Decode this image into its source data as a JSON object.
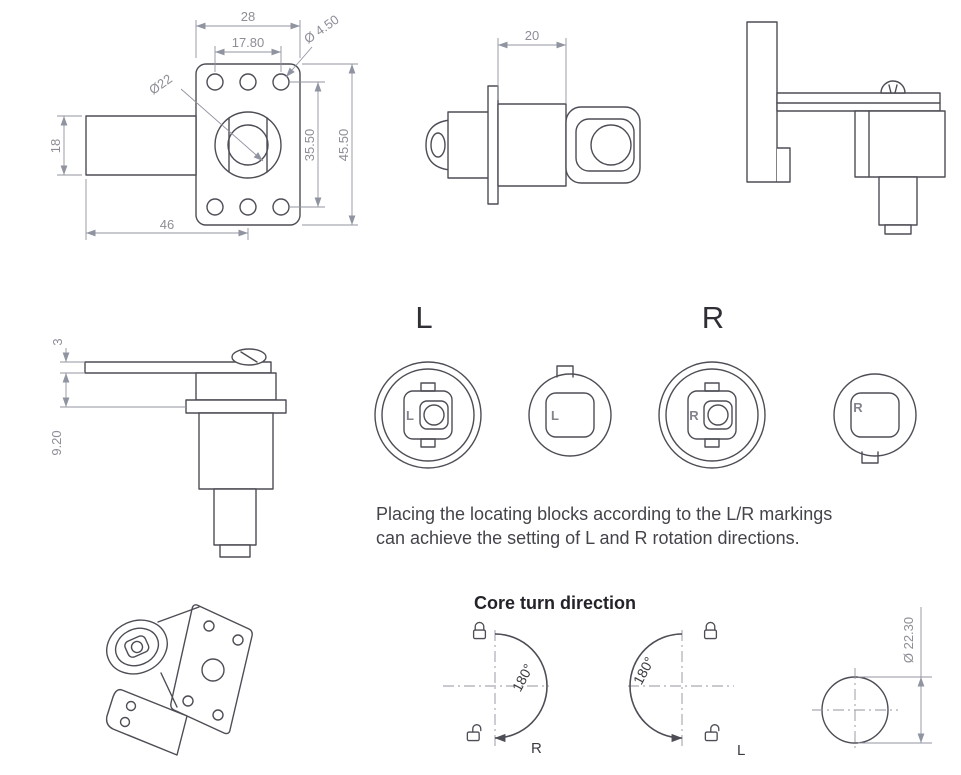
{
  "front_view": {
    "dim_width_plate": "28",
    "dim_hole_spacing": "17.80",
    "dim_hole_dia": "Ø 4.50",
    "dim_core_dia": "Ø22",
    "dim_body_height": "18",
    "dim_hole_pitch_v": "35.50",
    "dim_plate_height": "45.50",
    "dim_length": "46"
  },
  "profile_view": {
    "dim_body_length": "20"
  },
  "cam_view": {
    "dim_arm_thickness": "3",
    "dim_depth": "9.20"
  },
  "lr_setting": {
    "left_heading": "L",
    "right_heading": "R",
    "l_core_mark": "L",
    "l_block_mark": "L",
    "r_core_mark": "R",
    "r_block_mark": "R",
    "note_line1": "Placing the locating blocks according to the L/R markings",
    "note_line2": "can achieve the setting of L and R rotation directions."
  },
  "core_turn": {
    "title": "Core turn direction",
    "r_angle": "180°",
    "l_angle": "180°",
    "r_label": "R",
    "l_label": "L"
  },
  "cam_circle": {
    "dim_diameter": "Ø 22.30"
  }
}
